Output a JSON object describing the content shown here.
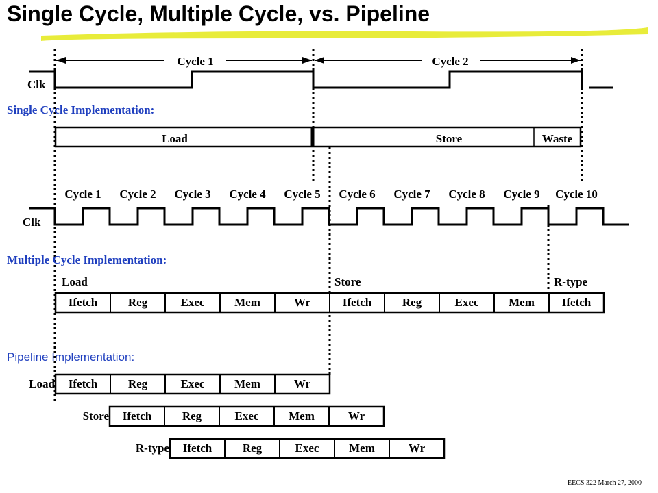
{
  "title": "Single Cycle, Multiple Cycle, vs. Pipeline",
  "footer": "EECS 322 March 27, 2000",
  "colors": {
    "heading_blue": "#1f3fbf",
    "title_underline": "#e8ec3a",
    "ink": "#000000"
  },
  "single_cycle": {
    "cycle_labels": [
      "Cycle 1",
      "Cycle 2"
    ],
    "clk_label": "Clk",
    "heading": "Single Cycle Implementation:",
    "segments": [
      "Load",
      "Store",
      "Waste"
    ]
  },
  "multi_cycle": {
    "cycle_labels": [
      "Cycle 1",
      "Cycle 2",
      "Cycle 3",
      "Cycle 4",
      "Cycle 5",
      "Cycle 6",
      "Cycle 7",
      "Cycle 8",
      "Cycle 9",
      "Cycle 10"
    ],
    "clk_label": "Clk",
    "heading": "Multiple Cycle Implementation:",
    "instr_labels": [
      "Load",
      "Store",
      "R-type"
    ],
    "stages": [
      "Ifetch",
      "Reg",
      "Exec",
      "Mem",
      "Wr",
      "Ifetch",
      "Reg",
      "Exec",
      "Mem",
      "Ifetch"
    ]
  },
  "pipeline": {
    "heading": "Pipeline Implementation:",
    "rows": [
      {
        "label": "Load",
        "stages": [
          "Ifetch",
          "Reg",
          "Exec",
          "Mem",
          "Wr"
        ]
      },
      {
        "label": "Store",
        "stages": [
          "Ifetch",
          "Reg",
          "Exec",
          "Mem",
          "Wr"
        ]
      },
      {
        "label": "R-type",
        "stages": [
          "Ifetch",
          "Reg",
          "Exec",
          "Mem",
          "Wr"
        ]
      }
    ]
  }
}
